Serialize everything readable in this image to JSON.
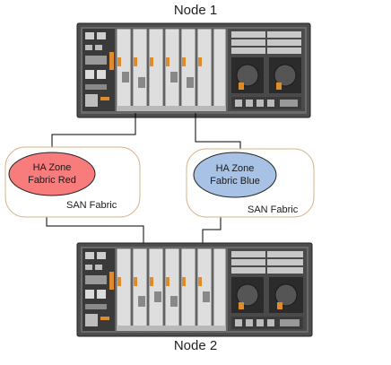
{
  "nodes": {
    "top": {
      "label": "Node 1"
    },
    "bottom": {
      "label": "Node 2"
    }
  },
  "san_fabrics": [
    {
      "zone_line1": "HA Zone",
      "zone_line2": "Fabric Red",
      "fabric_label": "SAN Fabric",
      "zone_color": "#f87c7c"
    },
    {
      "zone_line1": "HA Zone",
      "zone_line2": "Fabric Blue",
      "fabric_label": "SAN Fabric",
      "zone_color": "#a8c2e6"
    }
  ],
  "colors": {
    "chassis": "#5b5b5b",
    "chassis_dark": "#2f2f2f",
    "card": "#d9d9d9",
    "accent_orange": "#e08a2c",
    "cable": "#000000",
    "fabric_outline": "#d6b58a"
  }
}
